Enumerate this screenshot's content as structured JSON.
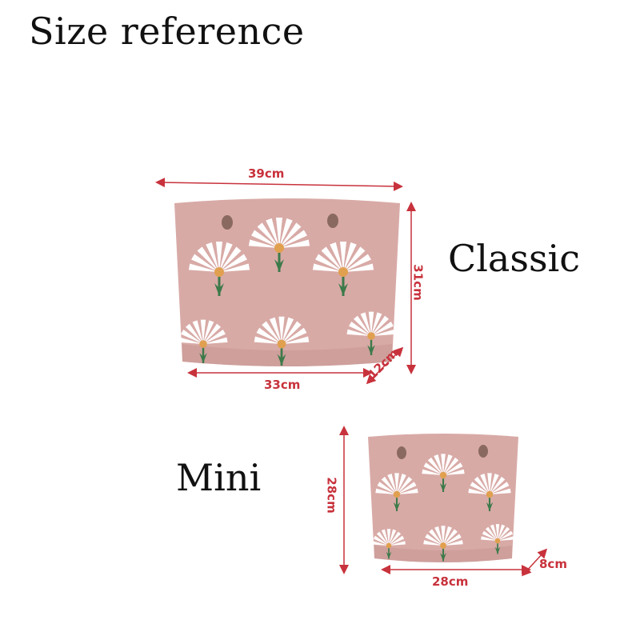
{
  "title": "Size reference",
  "classic": {
    "name": "Classic",
    "width_top": "39cm",
    "height": "31cm",
    "width_bottom": "33cm",
    "depth": "12cm"
  },
  "mini": {
    "name": "Mini",
    "height": "28cm",
    "width_bottom": "28cm",
    "depth": "8cm"
  },
  "colors": {
    "fabric": "#d8aaa6",
    "fabric_shadow": "#c49490",
    "petal": "#ffffff",
    "stem": "#3d7a4a",
    "center": "#e0a050",
    "dimension": "#c8323c"
  }
}
